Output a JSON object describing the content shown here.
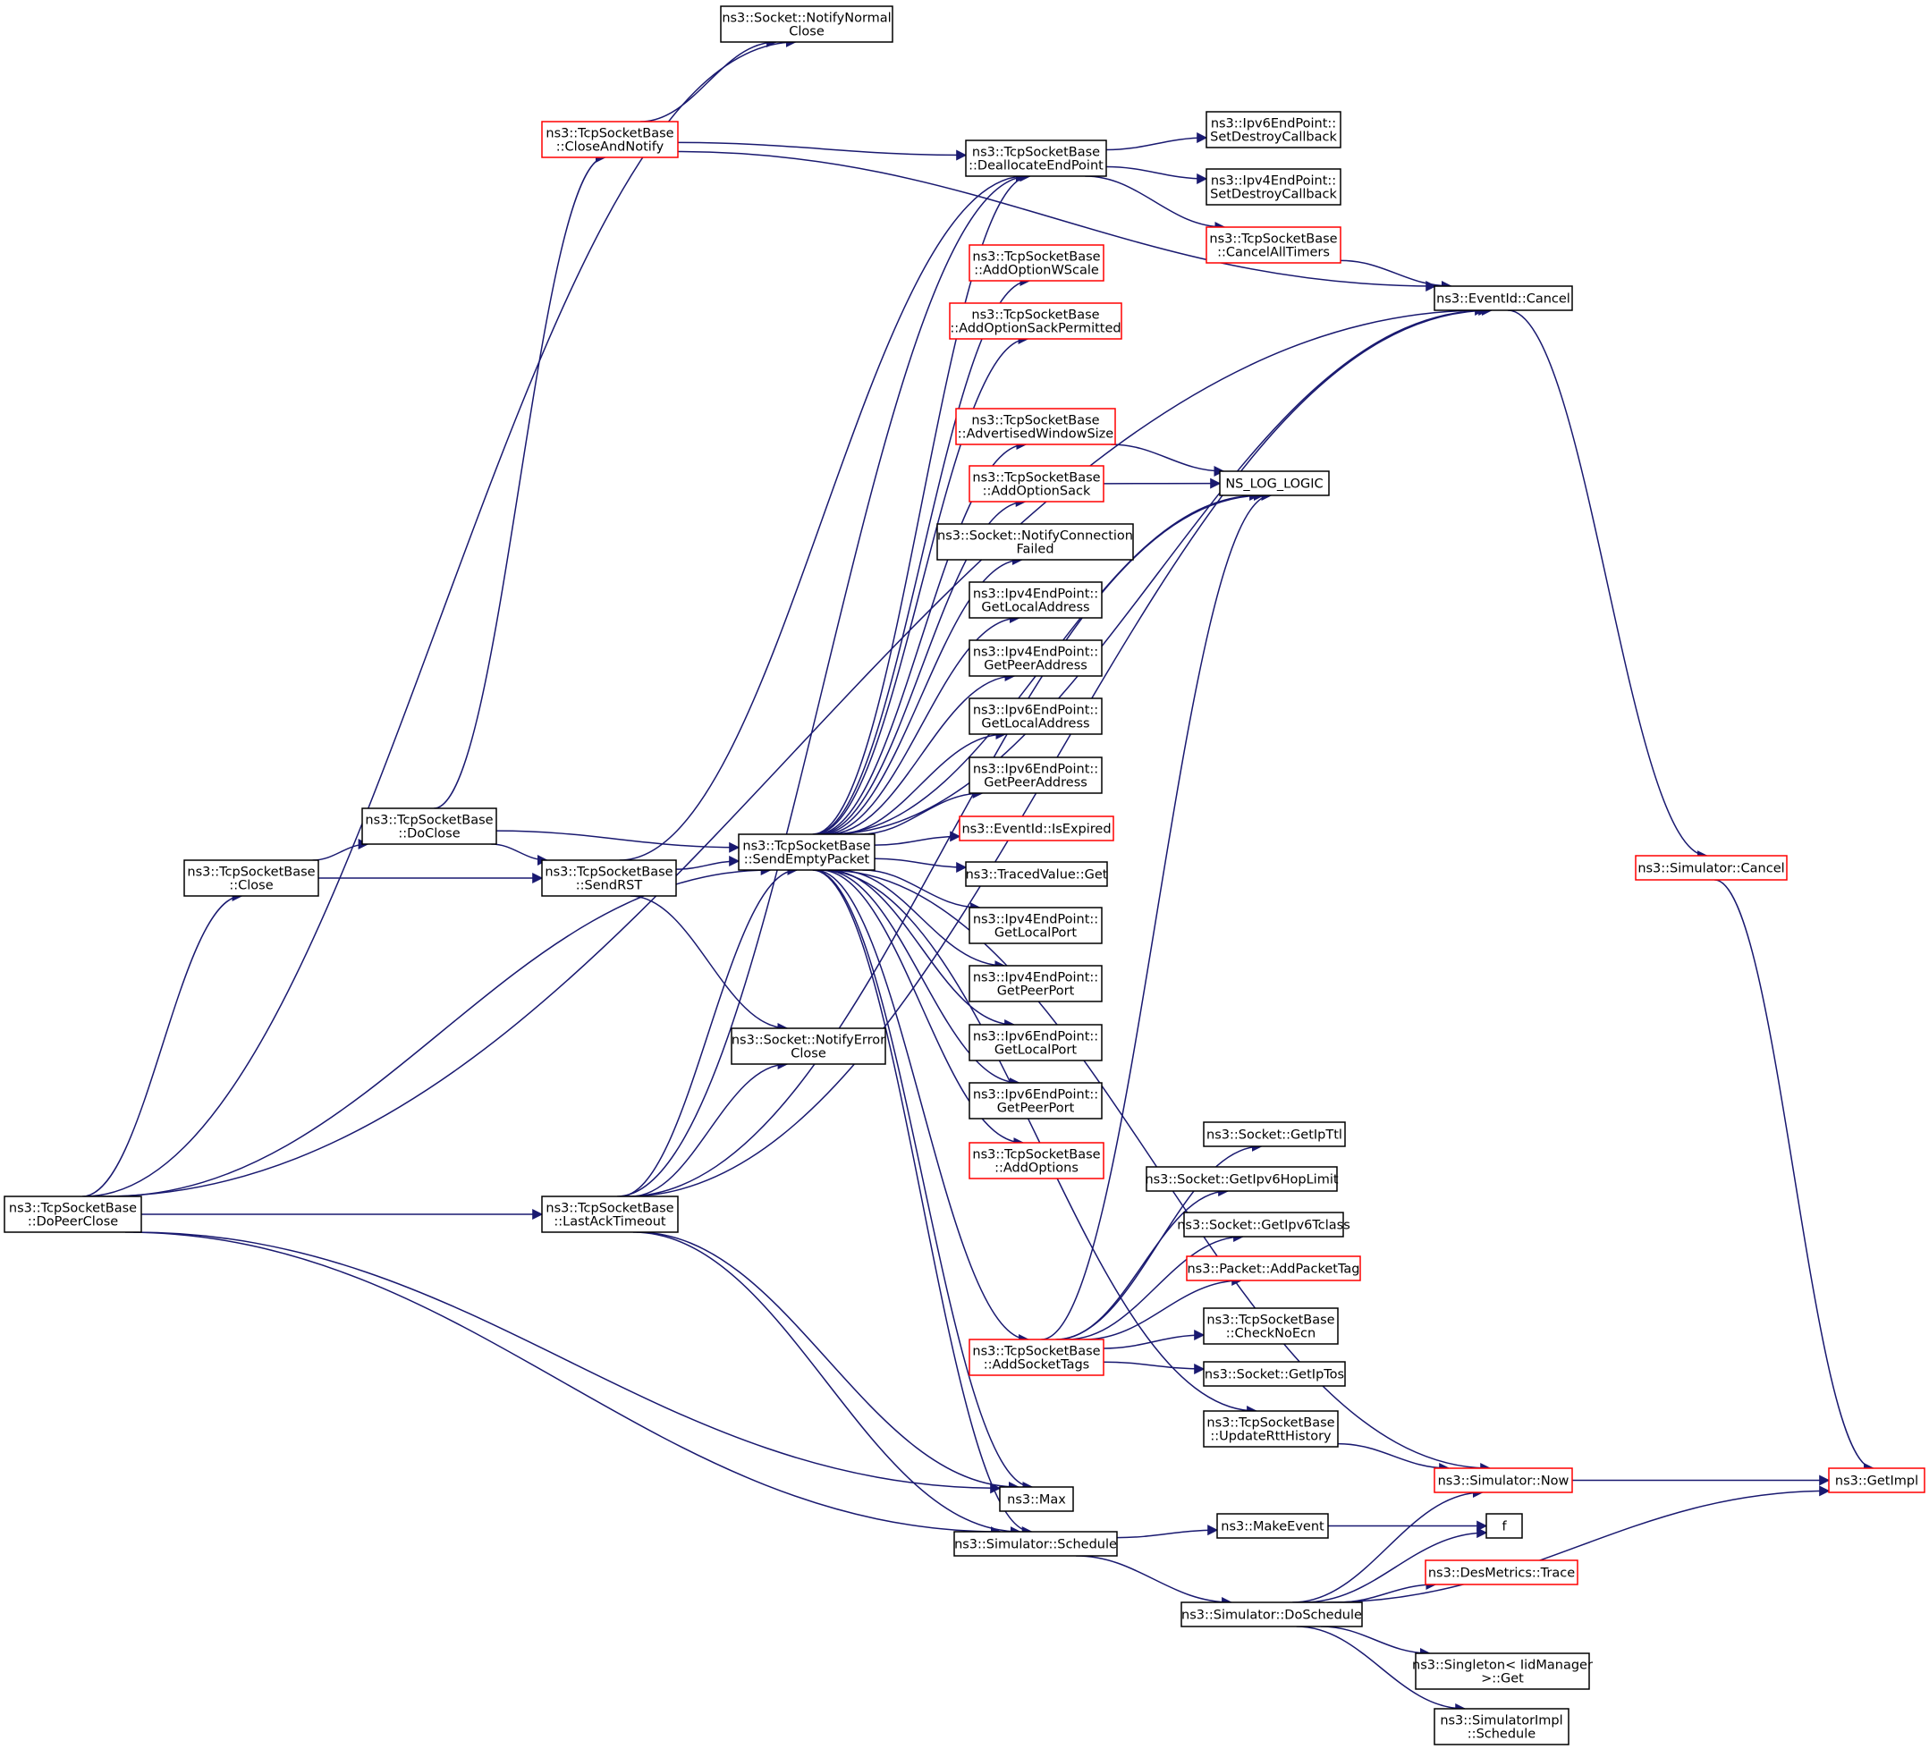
{
  "colors": {
    "edge": "#191970",
    "node_border_default": "#000000",
    "node_border_truncated": "#ff0000",
    "node_fill_root": "#bfbfbf",
    "node_fill_default": "#ffffff"
  },
  "nodes": [
    {
      "id": "do_peer_close",
      "lines": [
        "ns3::TcpSocketBase",
        "::DoPeerClose"
      ],
      "style": "root"
    },
    {
      "id": "close",
      "lines": [
        "ns3::TcpSocketBase",
        "::Close"
      ],
      "style": "normal"
    },
    {
      "id": "do_close",
      "lines": [
        "ns3::TcpSocketBase",
        "::DoClose"
      ],
      "style": "normal"
    },
    {
      "id": "close_and_notify",
      "lines": [
        "ns3::TcpSocketBase",
        "::CloseAndNotify"
      ],
      "style": "truncated"
    },
    {
      "id": "notify_normal_close",
      "lines": [
        "ns3::Socket::NotifyNormal",
        "Close"
      ],
      "style": "normal"
    },
    {
      "id": "send_rst",
      "lines": [
        "ns3::TcpSocketBase",
        "::SendRST"
      ],
      "style": "normal"
    },
    {
      "id": "last_ack_timeout",
      "lines": [
        "ns3::TcpSocketBase",
        "::LastAckTimeout"
      ],
      "style": "normal"
    },
    {
      "id": "send_empty_packet",
      "lines": [
        "ns3::TcpSocketBase",
        "::SendEmptyPacket"
      ],
      "style": "normal"
    },
    {
      "id": "notify_error_close",
      "lines": [
        "ns3::Socket::NotifyError",
        "Close"
      ],
      "style": "normal"
    },
    {
      "id": "deallocate_end_point",
      "lines": [
        "ns3::TcpSocketBase",
        "::DeallocateEndPoint"
      ],
      "style": "normal"
    },
    {
      "id": "ipv6_set_destroy_cb",
      "lines": [
        "ns3::Ipv6EndPoint::",
        "SetDestroyCallback"
      ],
      "style": "normal"
    },
    {
      "id": "ipv4_set_destroy_cb",
      "lines": [
        "ns3::Ipv4EndPoint::",
        "SetDestroyCallback"
      ],
      "style": "normal"
    },
    {
      "id": "cancel_all_timers",
      "lines": [
        "ns3::TcpSocketBase",
        "::CancelAllTimers"
      ],
      "style": "truncated"
    },
    {
      "id": "event_id_cancel",
      "lines": [
        "ns3::EventId::Cancel"
      ],
      "style": "normal"
    },
    {
      "id": "add_option_wscale",
      "lines": [
        "ns3::TcpSocketBase",
        "::AddOptionWScale"
      ],
      "style": "truncated"
    },
    {
      "id": "add_option_sack_permitted",
      "lines": [
        "ns3::TcpSocketBase",
        "::AddOptionSackPermitted"
      ],
      "style": "truncated"
    },
    {
      "id": "advertised_window_size",
      "lines": [
        "ns3::TcpSocketBase",
        "::AdvertisedWindowSize"
      ],
      "style": "truncated"
    },
    {
      "id": "add_option_sack",
      "lines": [
        "ns3::TcpSocketBase",
        "::AddOptionSack"
      ],
      "style": "truncated"
    },
    {
      "id": "ns_log_logic",
      "lines": [
        "NS_LOG_LOGIC"
      ],
      "style": "normal"
    },
    {
      "id": "notify_connection_failed",
      "lines": [
        "ns3::Socket::NotifyConnection",
        "Failed"
      ],
      "style": "normal"
    },
    {
      "id": "ipv4_get_local_address",
      "lines": [
        "ns3::Ipv4EndPoint::",
        "GetLocalAddress"
      ],
      "style": "normal"
    },
    {
      "id": "ipv4_get_peer_address",
      "lines": [
        "ns3::Ipv4EndPoint::",
        "GetPeerAddress"
      ],
      "style": "normal"
    },
    {
      "id": "ipv6_get_local_address",
      "lines": [
        "ns3::Ipv6EndPoint::",
        "GetLocalAddress"
      ],
      "style": "normal"
    },
    {
      "id": "ipv6_get_peer_address",
      "lines": [
        "ns3::Ipv6EndPoint::",
        "GetPeerAddress"
      ],
      "style": "normal"
    },
    {
      "id": "event_id_is_expired",
      "lines": [
        "ns3::EventId::IsExpired"
      ],
      "style": "truncated"
    },
    {
      "id": "traced_value_get",
      "lines": [
        "ns3::TracedValue::Get"
      ],
      "style": "normal"
    },
    {
      "id": "ipv4_get_local_port",
      "lines": [
        "ns3::Ipv4EndPoint::",
        "GetLocalPort"
      ],
      "style": "normal"
    },
    {
      "id": "ipv4_get_peer_port",
      "lines": [
        "ns3::Ipv4EndPoint::",
        "GetPeerPort"
      ],
      "style": "normal"
    },
    {
      "id": "ipv6_get_local_port",
      "lines": [
        "ns3::Ipv6EndPoint::",
        "GetLocalPort"
      ],
      "style": "normal"
    },
    {
      "id": "ipv6_get_peer_port",
      "lines": [
        "ns3::Ipv6EndPoint::",
        "GetPeerPort"
      ],
      "style": "normal"
    },
    {
      "id": "add_options",
      "lines": [
        "ns3::TcpSocketBase",
        "::AddOptions"
      ],
      "style": "truncated"
    },
    {
      "id": "add_socket_tags",
      "lines": [
        "ns3::TcpSocketBase",
        "::AddSocketTags"
      ],
      "style": "truncated"
    },
    {
      "id": "get_ip_ttl",
      "lines": [
        "ns3::Socket::GetIpTtl"
      ],
      "style": "normal"
    },
    {
      "id": "get_ipv6_hop_limit",
      "lines": [
        "ns3::Socket::GetIpv6HopLimit"
      ],
      "style": "normal"
    },
    {
      "id": "get_ipv6_tclass",
      "lines": [
        "ns3::Socket::GetIpv6Tclass"
      ],
      "style": "normal"
    },
    {
      "id": "add_packet_tag",
      "lines": [
        "ns3::Packet::AddPacketTag"
      ],
      "style": "truncated"
    },
    {
      "id": "check_no_ecn",
      "lines": [
        "ns3::TcpSocketBase",
        "::CheckNoEcn"
      ],
      "style": "normal"
    },
    {
      "id": "get_ip_tos",
      "lines": [
        "ns3::Socket::GetIpTos"
      ],
      "style": "normal"
    },
    {
      "id": "update_rtt_history",
      "lines": [
        "ns3::TcpSocketBase",
        "::UpdateRttHistory"
      ],
      "style": "normal"
    },
    {
      "id": "simulator_now",
      "lines": [
        "ns3::Simulator::Now"
      ],
      "style": "truncated"
    },
    {
      "id": "max",
      "lines": [
        "ns3::Max"
      ],
      "style": "normal"
    },
    {
      "id": "simulator_schedule",
      "lines": [
        "ns3::Simulator::Schedule"
      ],
      "style": "normal"
    },
    {
      "id": "make_event",
      "lines": [
        "ns3::MakeEvent"
      ],
      "style": "normal"
    },
    {
      "id": "f",
      "lines": [
        "f"
      ],
      "style": "normal"
    },
    {
      "id": "simulator_do_schedule",
      "lines": [
        "ns3::Simulator::DoSchedule"
      ],
      "style": "normal"
    },
    {
      "id": "des_metrics_trace",
      "lines": [
        "ns3::DesMetrics::Trace"
      ],
      "style": "truncated"
    },
    {
      "id": "singleton_get",
      "lines": [
        "ns3::Singleton< IidManager",
        " >::Get"
      ],
      "style": "normal"
    },
    {
      "id": "simulator_impl_schedule",
      "lines": [
        "ns3::SimulatorImpl",
        "::Schedule"
      ],
      "style": "normal"
    },
    {
      "id": "simulator_cancel",
      "lines": [
        "ns3::Simulator::Cancel"
      ],
      "style": "truncated"
    },
    {
      "id": "get_impl",
      "lines": [
        "ns3::GetImpl"
      ],
      "style": "truncated"
    }
  ],
  "edges": [
    {
      "from": "do_peer_close",
      "to": "notify_normal_close"
    },
    {
      "from": "do_peer_close",
      "to": "close"
    },
    {
      "from": "do_peer_close",
      "to": "send_empty_packet"
    },
    {
      "from": "do_peer_close",
      "to": "last_ack_timeout"
    },
    {
      "from": "do_peer_close",
      "to": "event_id_cancel"
    },
    {
      "from": "do_peer_close",
      "to": "max"
    },
    {
      "from": "do_peer_close",
      "to": "simulator_schedule"
    },
    {
      "from": "close",
      "to": "do_close"
    },
    {
      "from": "close",
      "to": "send_rst"
    },
    {
      "from": "do_close",
      "to": "close_and_notify"
    },
    {
      "from": "do_close",
      "to": "send_empty_packet"
    },
    {
      "from": "do_close",
      "to": "send_rst"
    },
    {
      "from": "close_and_notify",
      "to": "notify_normal_close"
    },
    {
      "from": "close_and_notify",
      "to": "deallocate_end_point"
    },
    {
      "from": "close_and_notify",
      "to": "event_id_cancel"
    },
    {
      "from": "send_rst",
      "to": "send_empty_packet"
    },
    {
      "from": "send_rst",
      "to": "notify_error_close"
    },
    {
      "from": "send_rst",
      "to": "deallocate_end_point"
    },
    {
      "from": "last_ack_timeout",
      "to": "send_empty_packet"
    },
    {
      "from": "last_ack_timeout",
      "to": "notify_error_close"
    },
    {
      "from": "last_ack_timeout",
      "to": "deallocate_end_point"
    },
    {
      "from": "last_ack_timeout",
      "to": "ns_log_logic"
    },
    {
      "from": "last_ack_timeout",
      "to": "event_id_cancel"
    },
    {
      "from": "last_ack_timeout",
      "to": "max"
    },
    {
      "from": "last_ack_timeout",
      "to": "simulator_schedule"
    },
    {
      "from": "send_empty_packet",
      "to": "deallocate_end_point"
    },
    {
      "from": "send_empty_packet",
      "to": "event_id_cancel"
    },
    {
      "from": "send_empty_packet",
      "to": "add_option_wscale"
    },
    {
      "from": "send_empty_packet",
      "to": "add_option_sack_permitted"
    },
    {
      "from": "send_empty_packet",
      "to": "ns_log_logic"
    },
    {
      "from": "send_empty_packet",
      "to": "advertised_window_size"
    },
    {
      "from": "send_empty_packet",
      "to": "add_option_sack"
    },
    {
      "from": "send_empty_packet",
      "to": "notify_connection_failed"
    },
    {
      "from": "send_empty_packet",
      "to": "ipv4_get_local_address"
    },
    {
      "from": "send_empty_packet",
      "to": "ipv4_get_peer_address"
    },
    {
      "from": "send_empty_packet",
      "to": "ipv6_get_local_address"
    },
    {
      "from": "send_empty_packet",
      "to": "ipv6_get_peer_address"
    },
    {
      "from": "send_empty_packet",
      "to": "event_id_is_expired"
    },
    {
      "from": "send_empty_packet",
      "to": "traced_value_get"
    },
    {
      "from": "send_empty_packet",
      "to": "ipv4_get_local_port"
    },
    {
      "from": "send_empty_packet",
      "to": "ipv4_get_peer_port"
    },
    {
      "from": "send_empty_packet",
      "to": "ipv6_get_local_port"
    },
    {
      "from": "send_empty_packet",
      "to": "ipv6_get_peer_port"
    },
    {
      "from": "send_empty_packet",
      "to": "add_options"
    },
    {
      "from": "send_empty_packet",
      "to": "add_socket_tags"
    },
    {
      "from": "send_empty_packet",
      "to": "update_rtt_history"
    },
    {
      "from": "send_empty_packet",
      "to": "simulator_now"
    },
    {
      "from": "send_empty_packet",
      "to": "max"
    },
    {
      "from": "send_empty_packet",
      "to": "simulator_schedule"
    },
    {
      "from": "deallocate_end_point",
      "to": "ipv6_set_destroy_cb"
    },
    {
      "from": "deallocate_end_point",
      "to": "ipv4_set_destroy_cb"
    },
    {
      "from": "deallocate_end_point",
      "to": "cancel_all_timers"
    },
    {
      "from": "cancel_all_timers",
      "to": "event_id_cancel"
    },
    {
      "from": "advertised_window_size",
      "to": "ns_log_logic"
    },
    {
      "from": "add_option_sack",
      "to": "ns_log_logic"
    },
    {
      "from": "add_socket_tags",
      "to": "get_ip_ttl"
    },
    {
      "from": "add_socket_tags",
      "to": "get_ipv6_hop_limit"
    },
    {
      "from": "add_socket_tags",
      "to": "get_ipv6_tclass"
    },
    {
      "from": "add_socket_tags",
      "to": "add_packet_tag"
    },
    {
      "from": "add_socket_tags",
      "to": "check_no_ecn"
    },
    {
      "from": "add_socket_tags",
      "to": "get_ip_tos"
    },
    {
      "from": "add_socket_tags",
      "to": "ns_log_logic"
    },
    {
      "from": "update_rtt_history",
      "to": "simulator_now"
    },
    {
      "from": "simulator_now",
      "to": "get_impl"
    },
    {
      "from": "simulator_schedule",
      "to": "make_event"
    },
    {
      "from": "simulator_schedule",
      "to": "simulator_do_schedule"
    },
    {
      "from": "make_event",
      "to": "f"
    },
    {
      "from": "simulator_do_schedule",
      "to": "simulator_now"
    },
    {
      "from": "simulator_do_schedule",
      "to": "des_metrics_trace"
    },
    {
      "from": "simulator_do_schedule",
      "to": "get_impl"
    },
    {
      "from": "simulator_do_schedule",
      "to": "singleton_get"
    },
    {
      "from": "simulator_do_schedule",
      "to": "simulator_impl_schedule"
    },
    {
      "from": "simulator_do_schedule",
      "to": "f"
    },
    {
      "from": "event_id_cancel",
      "to": "simulator_cancel"
    },
    {
      "from": "simulator_cancel",
      "to": "get_impl"
    }
  ]
}
